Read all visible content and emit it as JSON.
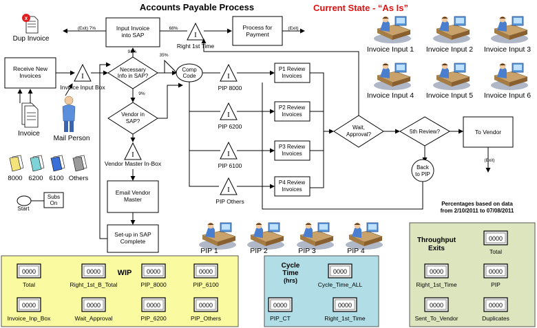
{
  "title": "Accounts Payable Process",
  "subtitle": "Current State - “As Is”",
  "nodes": {
    "dup_invoice": "Dup Invoice",
    "input_invoice_1": "Input Invoice",
    "input_invoice_2": "into SAP",
    "process_payment_1": "Process for",
    "process_payment_2": "Payment",
    "right_first_time": "Right 1st Time",
    "receive_1": "Receive New",
    "receive_2": "Invoices",
    "invoice_input_box": "Invoice Input Box",
    "necessary_1": "Necessary",
    "necessary_2": "Info in SAP?",
    "comp_code_1": "Comp",
    "comp_code_2": "Code",
    "vendor_sap_1": "Vendor in",
    "vendor_sap_2": "SAP?",
    "vendor_master_inbox": "Vendor Master In-Box",
    "email_vendor_1": "Email Vendor",
    "email_vendor_2": "Master",
    "setup_sap_1": "Set-up in SAP",
    "setup_sap_2": "Complete",
    "invoice": "Invoice",
    "mail_person": "Mail Person",
    "start": "Start",
    "subs_on_1": "Subs",
    "subs_on_2": "On",
    "pip_8000": "PIP 8000",
    "pip_6200": "PIP 6200",
    "pip_6100": "PIP 6100",
    "pip_others": "PIP Others",
    "p1_1": "P1 Review",
    "p1_2": "Invoices",
    "p2_1": "P2 Review",
    "p2_2": "Invoices",
    "p3_1": "P3 Review",
    "p3_2": "Invoices",
    "p4_1": "P4 Review",
    "p4_2": "Invoices",
    "wait_1": "Wait,",
    "wait_2": "Approval?",
    "fifth_review": "5th Review?",
    "to_vendor": "To Vendor",
    "back_pip_1": "Back",
    "back_pip_2": "to PIP"
  },
  "edge_labels": {
    "exit_7": "(Exit) 7%",
    "pct_68": "68%",
    "exit_right": "(Exit)",
    "pct_91": "91%",
    "pct_35": "35%",
    "pct_9": "9%",
    "exit_vendor": "(Exit)"
  },
  "folders": [
    "8000",
    "6200",
    "6100",
    "Others"
  ],
  "folder_colors": [
    "#f4e27a",
    "#7fd3d8",
    "#3a6fd8",
    "#9a9a9a"
  ],
  "workers_top": [
    "Invoice Input 1",
    "Invoice Input 2",
    "Invoice Input 3",
    "Invoice Input 4",
    "Invoice Input 5",
    "Invoice Input 6"
  ],
  "workers_pip": [
    "PIP 1",
    "PIP 2",
    "PIP 3",
    "PIP 4"
  ],
  "note_1": "Percentages based on data",
  "note_2": "from 2/10/2011 to 07/08/2011",
  "wip": {
    "title": "WIP",
    "panel_color": "#fafaa0",
    "counters": [
      {
        "value": "0000",
        "label": "Total"
      },
      {
        "value": "0000",
        "label": "Right_1st_B_Total"
      },
      {
        "value": "0000",
        "label": "PIP_8000"
      },
      {
        "value": "0000",
        "label": "PIP_6100"
      },
      {
        "value": "0000",
        "label": "Invoice_Inp_Box"
      },
      {
        "value": "0000",
        "label": "Wait_Approval"
      },
      {
        "value": "0000",
        "label": "PIP_6200"
      },
      {
        "value": "0000",
        "label": "PIP_Others"
      }
    ]
  },
  "cycle": {
    "title_1": "Cycle",
    "title_2": "Time",
    "title_3": "(hrs)",
    "panel_color": "#b0dde6",
    "counters": [
      {
        "value": "0000",
        "label": "Cycle_Time_ALL"
      },
      {
        "value": "0000",
        "label": "PIP_CT"
      },
      {
        "value": "0000",
        "label": "Right_1st_Time"
      }
    ]
  },
  "throughput": {
    "title_1": "Throughput",
    "title_2": "Exits",
    "panel_color": "#dde5bf",
    "counters": [
      {
        "value": "0000",
        "label": "Total"
      },
      {
        "value": "0000",
        "label": "Right_1st_Time"
      },
      {
        "value": "0000",
        "label": "PIP"
      },
      {
        "value": "0000",
        "label": "Sent_To_Vendor"
      },
      {
        "value": "0000",
        "label": "Duplicates"
      }
    ]
  },
  "accent": {
    "title_red": "#e01010"
  }
}
